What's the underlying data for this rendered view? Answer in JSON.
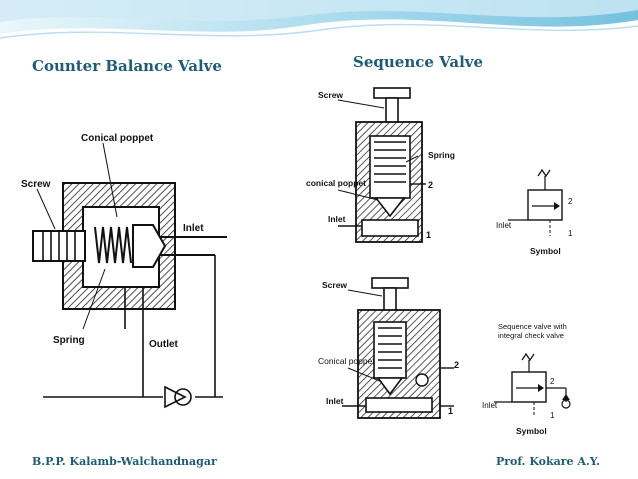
{
  "slide": {
    "left_title": "Counter Balance Valve",
    "right_title": "Sequence Valve",
    "footer_left": "B.P.P. Kalamb-Walchandnagar",
    "footer_right": "Prof. Kokare A.Y."
  },
  "counter_balance": {
    "labels": {
      "poppet": "Conical poppet",
      "screw": "Screw",
      "inlet": "Inlet",
      "outlet": "Outlet",
      "spring": "Spring"
    }
  },
  "sequence_top": {
    "labels": {
      "screw": "Screw",
      "spring": "Spring",
      "poppet": "conical poppet",
      "inlet": "Inlet",
      "port2": "2",
      "port1": "1",
      "sym_inlet": "Inlet",
      "sym_port2": "2",
      "sym_port1": "1",
      "symbol": "Symbol"
    }
  },
  "sequence_bottom": {
    "labels": {
      "screw": "Screw",
      "poppet": "Conical poppet",
      "inlet": "Inlet",
      "port2": "2",
      "port1": "1",
      "check_note": "Sequence valve with integral check valve",
      "sym_inlet": "Inlet",
      "sym_port2": "2",
      "sym_port1": "1",
      "symbol": "Symbol"
    }
  },
  "colors": {
    "title": "#1f5b74",
    "wave_light": "#cfeaf5",
    "wave_dark": "#7cc7e3",
    "hatch": "#222222"
  }
}
